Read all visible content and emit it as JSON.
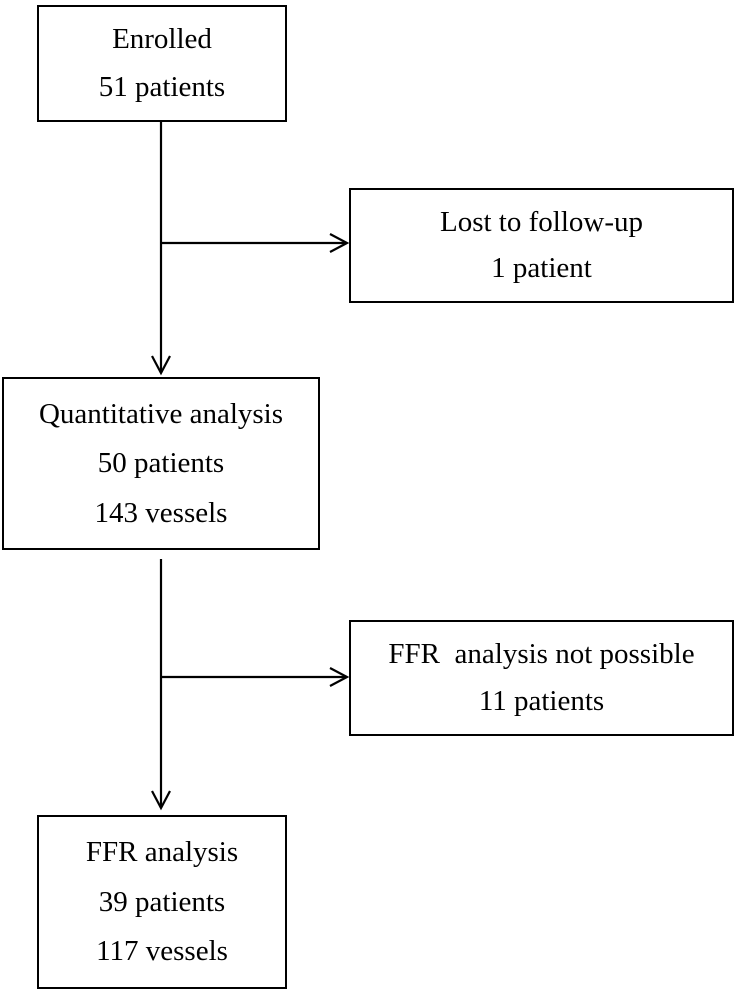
{
  "flowchart": {
    "enrolled": {
      "title": "Enrolled",
      "patients": "51 patients"
    },
    "lost_to_follow_up": {
      "title": "Lost to follow-up",
      "patients": "1 patient"
    },
    "quantitative_analysis": {
      "title": "Quantitative analysis",
      "patients": "50 patients",
      "vessels": "143 vessels"
    },
    "ffr_not_possible": {
      "title": "FFR  analysis not possible",
      "patients": "11 patients"
    },
    "ffr_analysis": {
      "title": "FFR analysis",
      "patients": "39 patients",
      "vessels": "117 vessels"
    }
  },
  "colors": {
    "line": "#000000",
    "background": "#ffffff"
  }
}
